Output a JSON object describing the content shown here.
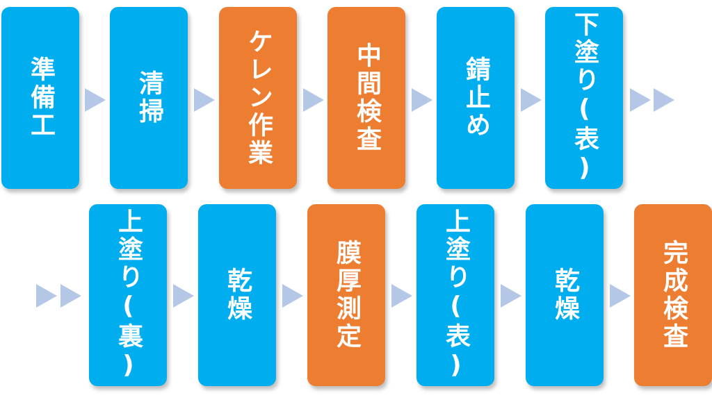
{
  "colors": {
    "blue": "#00aeef",
    "orange": "#ed7d31",
    "arrow": "#b4c7e7"
  },
  "steps": [
    {
      "label": "準備工"
    },
    {
      "label": "清掃"
    },
    {
      "label": "ケレン作業"
    },
    {
      "label": "中間検査"
    },
    {
      "label": "錆止め"
    },
    {
      "label": "下塗り(表)"
    },
    {
      "label": "上塗り(裏)"
    },
    {
      "label": "乾燥"
    },
    {
      "label": "膜厚測定"
    },
    {
      "label": "上塗り(表)"
    },
    {
      "label": "乾燥"
    },
    {
      "label": "完成検査"
    }
  ]
}
